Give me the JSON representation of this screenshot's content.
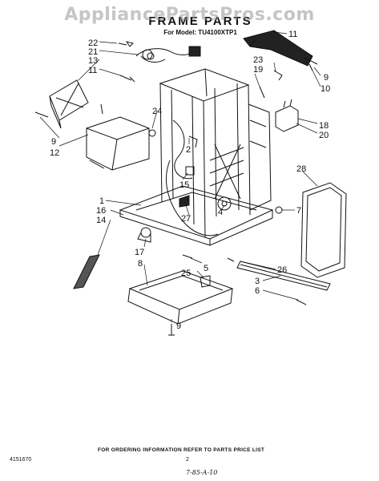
{
  "watermark": "AppliancePartsPros.com",
  "title": "FRAME PARTS",
  "model": "For Model: TU4100XTP1",
  "footer": {
    "ordering_note": "FOR ORDERING INFORMATION REFER TO PARTS PRICE LIST",
    "doc_number": "4151670",
    "page_number": "2",
    "handwritten": "7-85-A-10"
  },
  "callouts": [
    "22",
    "21",
    "13",
    "11",
    "12",
    "9",
    "24",
    "2",
    "15",
    "1",
    "16",
    "14",
    "17",
    "8",
    "27",
    "4",
    "5",
    "25",
    "9",
    "11",
    "23",
    "19",
    "9",
    "10",
    "18",
    "20",
    "28",
    "7",
    "26",
    "3",
    "6"
  ]
}
